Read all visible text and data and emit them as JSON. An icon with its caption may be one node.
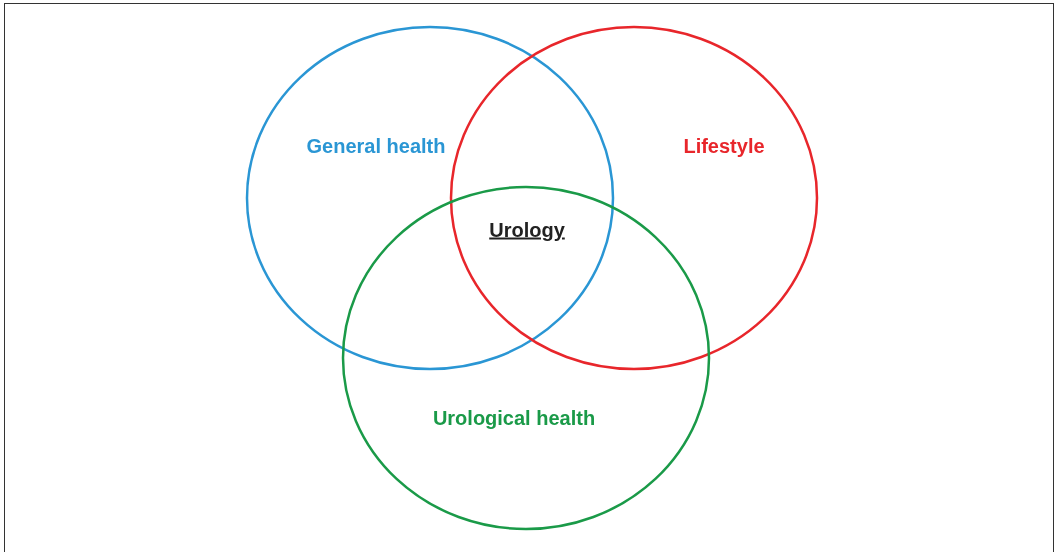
{
  "diagram": {
    "nodes": [
      {
        "text": [
          "General health"
        ]
      },
      {
        "text": [
          "Lifestyle"
        ]
      },
      {
        "text": [
          "Urological health"
        ]
      }
    ],
    "labels": [
      "Urology"
    ]
  }
}
